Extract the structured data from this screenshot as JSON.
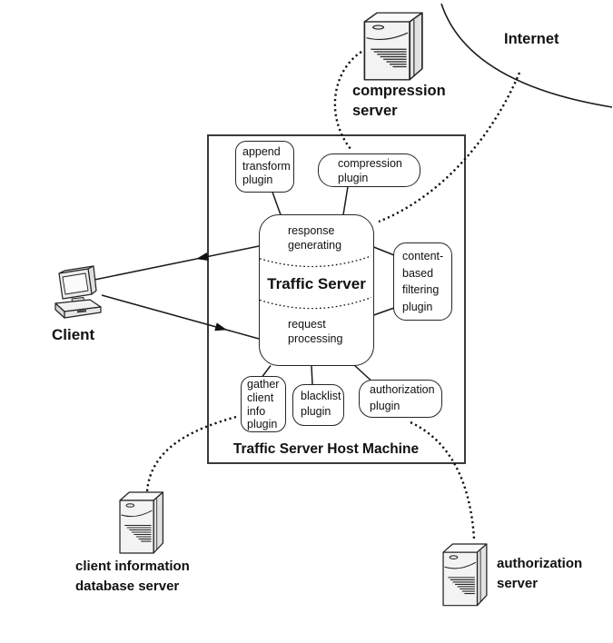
{
  "host_machine": {
    "label": "Traffic Server Host Machine"
  },
  "traffic_server": {
    "title": "Traffic Server",
    "response_lines": [
      "response",
      "generating"
    ],
    "request_lines": [
      "request",
      "processing"
    ]
  },
  "plugins": {
    "append_transform": {
      "lines": [
        "append",
        "transform",
        "plugin"
      ]
    },
    "compression": {
      "lines": [
        "compression",
        "plugin"
      ]
    },
    "content_based": {
      "lines": [
        "content-",
        "based",
        "filtering",
        "plugin"
      ]
    },
    "gather_client_info": {
      "lines": [
        "gather",
        "client",
        "info",
        "plugin"
      ]
    },
    "blacklist": {
      "lines": [
        "blacklist",
        "plugin"
      ]
    },
    "authorization": {
      "lines": [
        "authorization",
        "plugin"
      ]
    }
  },
  "externals": {
    "internet": {
      "label": "Internet"
    },
    "client": {
      "label": "Client"
    },
    "compression_server": {
      "lines": [
        "compression",
        "server"
      ]
    },
    "client_info_db_server": {
      "lines": [
        "client information",
        "database server"
      ]
    },
    "authorization_server": {
      "lines": [
        "authorization",
        "server"
      ]
    }
  },
  "icons": {
    "client": "desktop-computer-icon",
    "compression_server": "tower-server-icon",
    "client_info_db_server": "tower-server-icon",
    "authorization_server": "tower-server-icon"
  },
  "colors": {
    "line": "#1a1a1a",
    "box_border": "#262626",
    "box_background": "#ffffff",
    "icon_fill_light": "#f3f3f3",
    "icon_fill_mid": "#e2e2e2"
  }
}
